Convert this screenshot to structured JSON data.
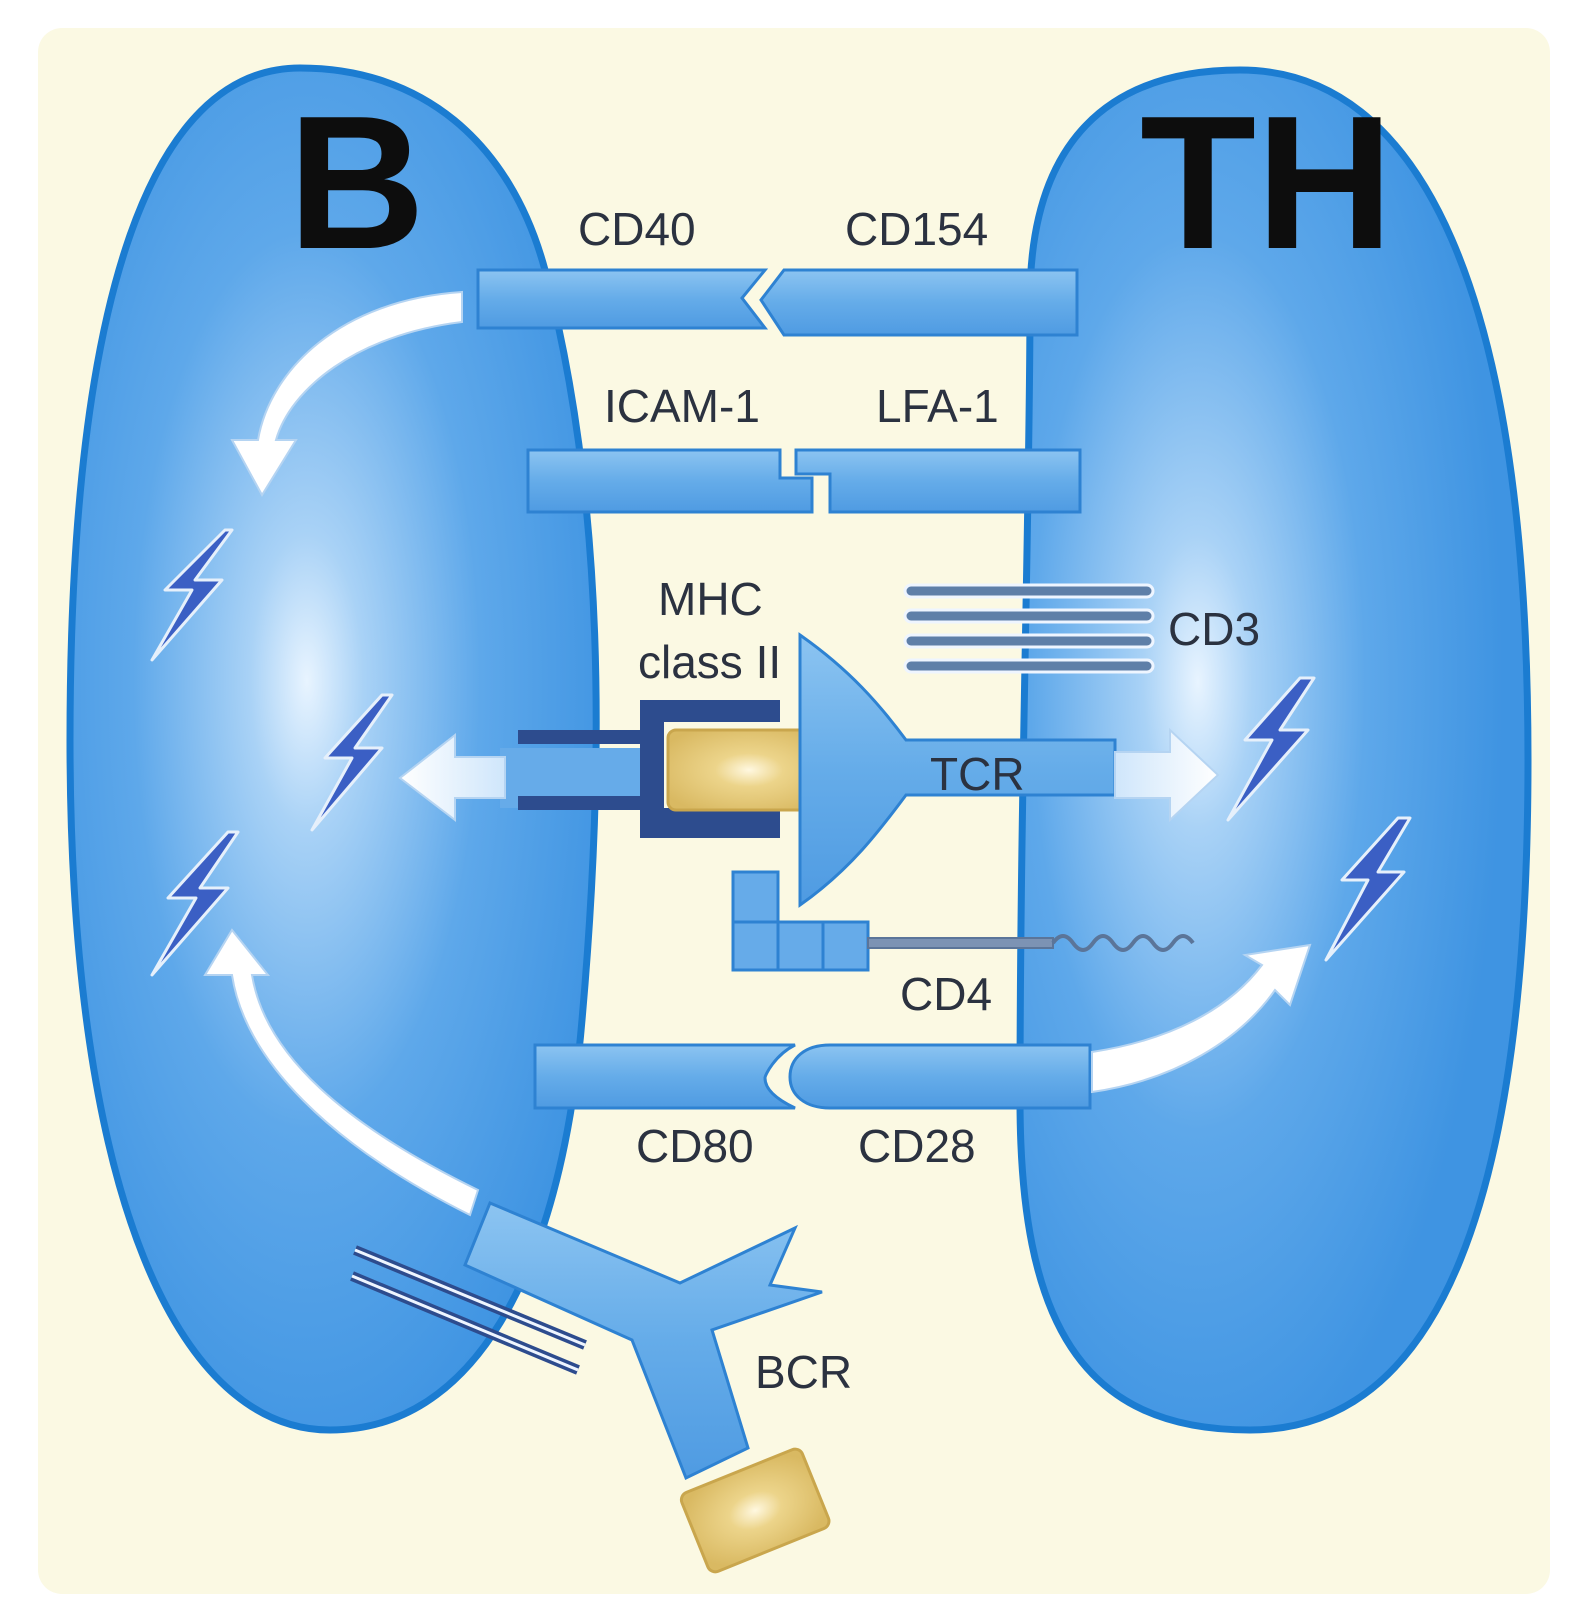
{
  "cells": {
    "b_cell": {
      "label": "B"
    },
    "th_cell": {
      "label": "TH"
    }
  },
  "molecules": {
    "cd40": "CD40",
    "cd154": "CD154",
    "icam1": "ICAM-1",
    "lfa1": "LFA-1",
    "mhc_line1": "MHC",
    "mhc_line2": "class II",
    "cd3": "CD3",
    "tcr": "TCR",
    "cd4": "CD4",
    "cd80": "CD80",
    "cd28": "CD28",
    "bcr": "BCR"
  },
  "colors": {
    "background": "#fbf9e3",
    "cell_fill": "#4d9fe6",
    "cell_edge": "#1b7cd1",
    "receptor": "#6bb1eb",
    "antigen": "#e2c56b",
    "mhc_dark": "#2d4c8e",
    "signal_bolt": "#3b5fc4"
  }
}
